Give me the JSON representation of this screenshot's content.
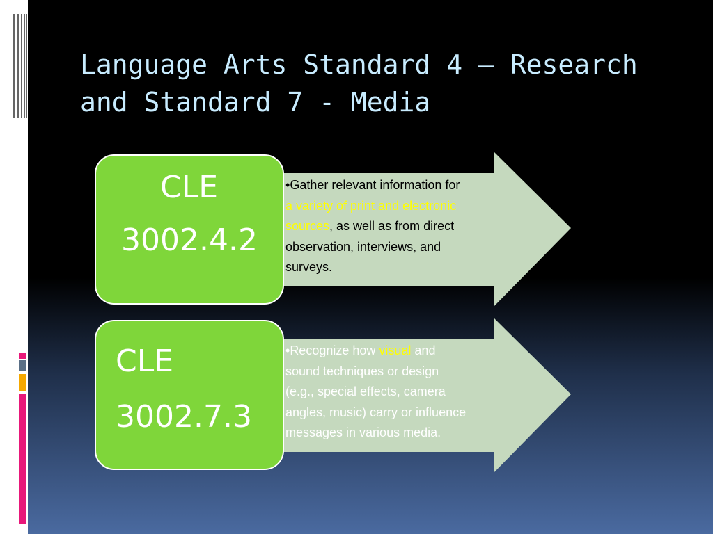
{
  "slide": {
    "title_line1": "Language Arts Standard 4 – Research",
    "title_line2": "and Standard 7 - Media"
  },
  "items": [
    {
      "cle_label": "CLE",
      "cle_code": "3002.4.2",
      "bullet": "•",
      "text_before": "Gather relevant information for",
      "highlight": "a variety of print and electronic sources",
      "highlight_line1": "a variety of print and electronic",
      "highlight_line2": "sources",
      "text_after": ", as well as from direct",
      "line4": "observation, interviews, and",
      "line5": "surveys."
    },
    {
      "cle_label": "CLE",
      "cle_code": "3002.7.3",
      "bullet": "•",
      "line1_before": "Recognize how ",
      "highlight": "visual",
      "line1_after": " and",
      "line2": "sound techniques or design",
      "line3": "(e.g., special effects, camera",
      "line4": "angles, music) carry or influence",
      "line5": "messages in various media."
    }
  ],
  "colors": {
    "cle_box": "#7fd63a",
    "arrow": "#c5d9be",
    "title": "#c8ecff",
    "highlight": "#ffff00",
    "accent_pink": "#e8187a",
    "accent_orange": "#f5a800",
    "accent_slate": "#5a6f86"
  }
}
